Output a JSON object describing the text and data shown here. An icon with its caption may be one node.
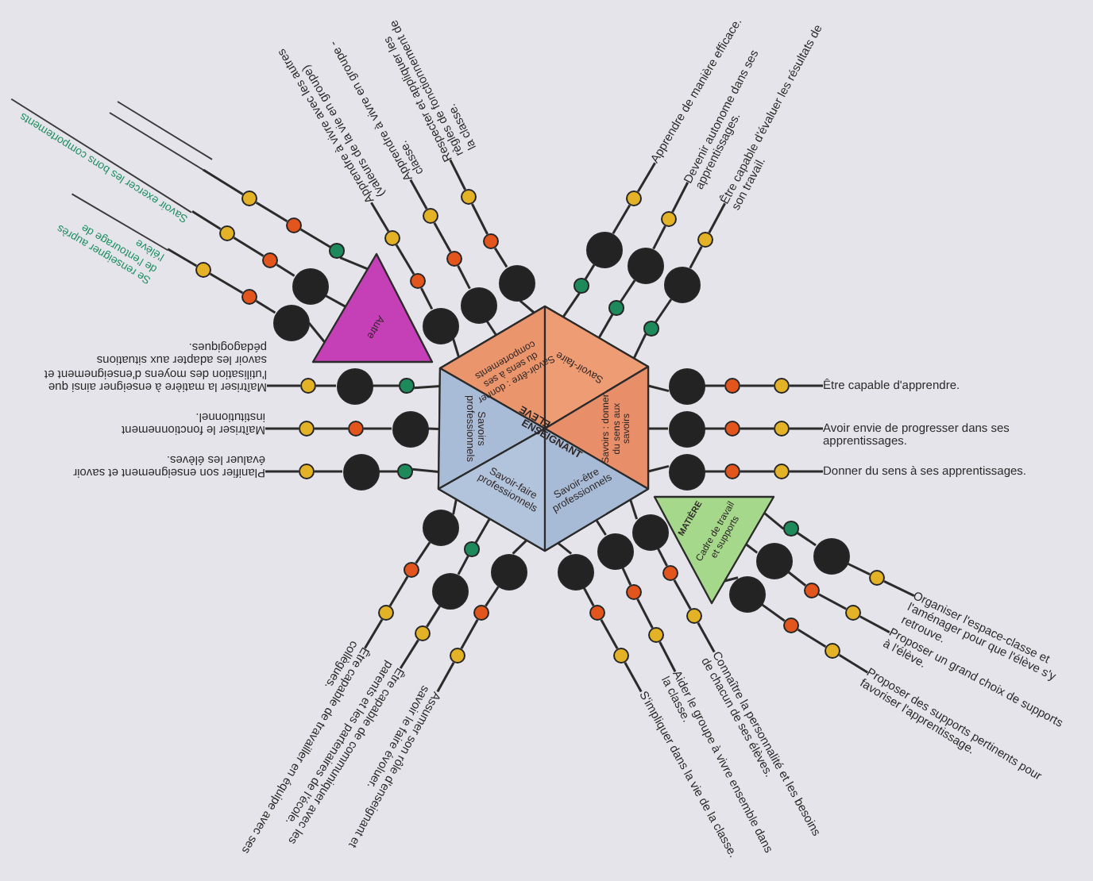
{
  "diagram": {
    "nodes": [
      {
        "text": [
          "Savoir-être : donner du sens à ses comportements",
          "Savoir-faire",
          "Savoirs : donner du sens aux savoirs",
          "ÉLÈVE",
          "ENSEIGNANT",
          "Savoirs professionnels",
          "Savoir-faire professionnels",
          "Savoir-être professionnels"
        ]
      },
      {
        "text": [
          "Autre"
        ]
      },
      {
        "text": [
          "MATIÈRE",
          "Cadre de travail et supports"
        ]
      },
      {
        "text": [],
        "shape": "circle"
      },
      {
        "text": [],
        "shape": "circle"
      },
      {
        "text": [],
        "shape": "circle"
      },
      {
        "text": [],
        "shape": "line"
      },
      {
        "text": [],
        "shape": "circle"
      },
      {
        "text": [],
        "shape": "circle"
      },
      {
        "text": [],
        "shape": "circle"
      },
      {
        "text": [
          "Savoir exercer les bons comportements"
        ]
      },
      {
        "text": [],
        "shape": "circle"
      },
      {
        "text": [],
        "shape": "circle"
      },
      {
        "text": [],
        "shape": "circle"
      },
      {
        "text": [
          "Se renseigner auprès de l'entourage de l'élève"
        ]
      },
      {
        "text": [],
        "shape": "circle"
      },
      {
        "text": [],
        "shape": "circle"
      },
      {
        "text": [],
        "shape": "circle"
      },
      {
        "text": [
          "Apprendre à vivre avec les autres (valeurs de la vie en groupe)"
        ]
      },
      {
        "text": [],
        "shape": "circle"
      },
      {
        "text": [],
        "shape": "circle"
      },
      {
        "text": [],
        "shape": "circle"
      },
      {
        "text": [
          "Apprendre à vivre en groupe - classe."
        ]
      },
      {
        "text": [],
        "shape": "circle"
      },
      {
        "text": [],
        "shape": "circle"
      },
      {
        "text": [],
        "shape": "circle"
      },
      {
        "text": [
          "Respecter et appliquer les règles de fonctionnement de la classe."
        ]
      },
      {
        "text": [],
        "shape": "circle"
      },
      {
        "text": [],
        "shape": "circle"
      },
      {
        "text": [],
        "shape": "circle"
      },
      {
        "text": [
          "Apprendre de manière efficace."
        ]
      },
      {
        "text": [],
        "shape": "circle"
      },
      {
        "text": [],
        "shape": "circle"
      },
      {
        "text": [],
        "shape": "circle"
      },
      {
        "text": [
          "Devenir autonome dans ses apprentissages."
        ]
      },
      {
        "text": [],
        "shape": "circle"
      },
      {
        "text": [],
        "shape": "circle"
      },
      {
        "text": [],
        "shape": "circle"
      },
      {
        "text": [
          "Être capable d'évaluer les résultats de son travail."
        ]
      },
      {
        "text": [],
        "shape": "circle"
      },
      {
        "text": [],
        "shape": "circle"
      },
      {
        "text": [],
        "shape": "circle"
      },
      {
        "text": [
          "Maîtriser la matière à enseigner ainsi que l'utilisation des moyens d'enseignement et savoir les adapter aux situations pédagogiques."
        ]
      },
      {
        "text": [],
        "shape": "circle"
      },
      {
        "text": [],
        "shape": "circle"
      },
      {
        "text": [],
        "shape": "circle"
      },
      {
        "text": [
          "Maîtriser le fonctionnement institutionnel."
        ]
      },
      {
        "text": [],
        "shape": "circle"
      },
      {
        "text": [],
        "shape": "circle"
      },
      {
        "text": [],
        "shape": "circle"
      },
      {
        "text": [
          "Planifier son enseignement et savoir évaluer les élèves."
        ]
      },
      {
        "text": [],
        "shape": "circle"
      },
      {
        "text": [],
        "shape": "circle"
      },
      {
        "text": [],
        "shape": "circle"
      },
      {
        "text": [
          "Être capable d'apprendre."
        ]
      },
      {
        "text": [],
        "shape": "circle"
      },
      {
        "text": [],
        "shape": "circle"
      },
      {
        "text": [],
        "shape": "circle"
      },
      {
        "text": [
          "Avoir envie de progresser dans ses apprentissages."
        ]
      },
      {
        "text": [],
        "shape": "circle"
      },
      {
        "text": [],
        "shape": "circle"
      },
      {
        "text": [],
        "shape": "circle"
      },
      {
        "text": [
          "Donner du sens à ses apprentissages."
        ]
      },
      {
        "text": [],
        "shape": "circle"
      },
      {
        "text": [],
        "shape": "circle"
      },
      {
        "text": [],
        "shape": "circle"
      },
      {
        "text": [
          "Être capable de travailler en équipe avec ses collègues."
        ]
      },
      {
        "text": [],
        "shape": "circle"
      },
      {
        "text": [],
        "shape": "circle"
      },
      {
        "text": [],
        "shape": "circle"
      },
      {
        "text": [
          "Être capable de communiquer avec les parents et les partenaires de l'école."
        ]
      },
      {
        "text": [],
        "shape": "circle"
      },
      {
        "text": [],
        "shape": "circle"
      },
      {
        "text": [],
        "shape": "circle"
      },
      {
        "text": [
          "Assumer son rôle d'enseignant et savoir le faire évoluer."
        ]
      },
      {
        "text": [],
        "shape": "circle"
      },
      {
        "text": [],
        "shape": "circle"
      },
      {
        "text": [],
        "shape": "circle"
      },
      {
        "text": [
          "S'impliquer dans la vie de la classe."
        ]
      },
      {
        "text": [],
        "shape": "circle"
      },
      {
        "text": [],
        "shape": "circle"
      },
      {
        "text": [],
        "shape": "circle"
      },
      {
        "text": [
          "Aider le groupe à vivre ensemble dans la classe."
        ]
      },
      {
        "text": [],
        "shape": "circle"
      },
      {
        "text": [],
        "shape": "circle"
      },
      {
        "text": [],
        "shape": "circle"
      },
      {
        "text": [
          "Connaître la personnalité et les besoins de chacun de ses élèves."
        ]
      },
      {
        "text": [],
        "shape": "circle"
      },
      {
        "text": [],
        "shape": "circle"
      },
      {
        "text": [],
        "shape": "circle"
      },
      {
        "text": [
          "Organiser l'espace-classe et l'aménager pour que l'élève s'y retrouve."
        ]
      },
      {
        "text": [],
        "shape": "circle"
      },
      {
        "text": [],
        "shape": "circle"
      },
      {
        "text": [],
        "shape": "circle"
      },
      {
        "text": [
          "Proposer un grand choix de supports à l'élève."
        ]
      },
      {
        "text": [],
        "shape": "circle"
      },
      {
        "text": [],
        "shape": "circle"
      },
      {
        "text": [],
        "shape": "circle"
      },
      {
        "text": [
          "Proposer des supports pertinents pour favoriser l'apprentissage."
        ]
      }
    ],
    "edges": [
      {
        "from": 1,
        "to": 3,
        "arrow": "none"
      },
      {
        "from": 3,
        "to": 4,
        "arrow": "none"
      },
      {
        "from": 4,
        "to": 5,
        "arrow": "none"
      },
      {
        "from": 5,
        "to": 6,
        "arrow": "none"
      },
      {
        "from": 1,
        "to": 7,
        "arrow": "none"
      },
      {
        "from": 7,
        "to": 8,
        "arrow": "none"
      },
      {
        "from": 8,
        "to": 9,
        "arrow": "none"
      },
      {
        "from": 9,
        "to": 10,
        "arrow": "none"
      },
      {
        "from": 1,
        "to": 11,
        "arrow": "none"
      },
      {
        "from": 11,
        "to": 12,
        "arrow": "none"
      },
      {
        "from": 12,
        "to": 13,
        "arrow": "none"
      },
      {
        "from": 13,
        "to": 14,
        "arrow": "none"
      },
      {
        "from": 0,
        "to": 15,
        "arrow": "none"
      },
      {
        "from": 15,
        "to": 16,
        "arrow": "none"
      },
      {
        "from": 16,
        "to": 17,
        "arrow": "none"
      },
      {
        "from": 17,
        "to": 18,
        "arrow": "none"
      },
      {
        "from": 0,
        "to": 19,
        "arrow": "none"
      },
      {
        "from": 19,
        "to": 20,
        "arrow": "none"
      },
      {
        "from": 20,
        "to": 21,
        "arrow": "none"
      },
      {
        "from": 21,
        "to": 22,
        "arrow": "none"
      },
      {
        "from": 0,
        "to": 23,
        "arrow": "none"
      },
      {
        "from": 23,
        "to": 24,
        "arrow": "none"
      },
      {
        "from": 24,
        "to": 25,
        "arrow": "none"
      },
      {
        "from": 25,
        "to": 26,
        "arrow": "none"
      },
      {
        "from": 0,
        "to": 27,
        "arrow": "none"
      },
      {
        "from": 27,
        "to": 28,
        "arrow": "none"
      },
      {
        "from": 28,
        "to": 29,
        "arrow": "none"
      },
      {
        "from": 29,
        "to": 30,
        "arrow": "none"
      },
      {
        "from": 0,
        "to": 31,
        "arrow": "none"
      },
      {
        "from": 31,
        "to": 32,
        "arrow": "none"
      },
      {
        "from": 32,
        "to": 33,
        "arrow": "none"
      },
      {
        "from": 33,
        "to": 34,
        "arrow": "none"
      },
      {
        "from": 0,
        "to": 35,
        "arrow": "none"
      },
      {
        "from": 35,
        "to": 36,
        "arrow": "none"
      },
      {
        "from": 36,
        "to": 37,
        "arrow": "none"
      },
      {
        "from": 37,
        "to": 38,
        "arrow": "none"
      },
      {
        "from": 0,
        "to": 39,
        "arrow": "none"
      },
      {
        "from": 39,
        "to": 40,
        "arrow": "none"
      },
      {
        "from": 40,
        "to": 41,
        "arrow": "none"
      },
      {
        "from": 41,
        "to": 42,
        "arrow": "none"
      },
      {
        "from": 0,
        "to": 43,
        "arrow": "none"
      },
      {
        "from": 43,
        "to": 44,
        "arrow": "none"
      },
      {
        "from": 44,
        "to": 45,
        "arrow": "none"
      },
      {
        "from": 45,
        "to": 46,
        "arrow": "none"
      },
      {
        "from": 0,
        "to": 47,
        "arrow": "none"
      },
      {
        "from": 47,
        "to": 48,
        "arrow": "none"
      },
      {
        "from": 48,
        "to": 49,
        "arrow": "none"
      },
      {
        "from": 49,
        "to": 50,
        "arrow": "none"
      },
      {
        "from": 0,
        "to": 51,
        "arrow": "none"
      },
      {
        "from": 51,
        "to": 52,
        "arrow": "none"
      },
      {
        "from": 52,
        "to": 53,
        "arrow": "none"
      },
      {
        "from": 53,
        "to": 54,
        "arrow": "none"
      },
      {
        "from": 0,
        "to": 55,
        "arrow": "none"
      },
      {
        "from": 55,
        "to": 56,
        "arrow": "none"
      },
      {
        "from": 56,
        "to": 57,
        "arrow": "none"
      },
      {
        "from": 57,
        "to": 58,
        "arrow": "none"
      },
      {
        "from": 0,
        "to": 59,
        "arrow": "none"
      },
      {
        "from": 59,
        "to": 60,
        "arrow": "none"
      },
      {
        "from": 60,
        "to": 61,
        "arrow": "none"
      },
      {
        "from": 61,
        "to": 62,
        "arrow": "none"
      },
      {
        "from": 0,
        "to": 63,
        "arrow": "none"
      },
      {
        "from": 63,
        "to": 64,
        "arrow": "none"
      },
      {
        "from": 64,
        "to": 65,
        "arrow": "none"
      },
      {
        "from": 65,
        "to": 66,
        "arrow": "none"
      },
      {
        "from": 0,
        "to": 67,
        "arrow": "none"
      },
      {
        "from": 67,
        "to": 68,
        "arrow": "none"
      },
      {
        "from": 68,
        "to": 69,
        "arrow": "none"
      },
      {
        "from": 69,
        "to": 70,
        "arrow": "none"
      },
      {
        "from": 0,
        "to": 71,
        "arrow": "none"
      },
      {
        "from": 71,
        "to": 72,
        "arrow": "none"
      },
      {
        "from": 72,
        "to": 73,
        "arrow": "none"
      },
      {
        "from": 73,
        "to": 74,
        "arrow": "none"
      },
      {
        "from": 0,
        "to": 75,
        "arrow": "none"
      },
      {
        "from": 75,
        "to": 76,
        "arrow": "none"
      },
      {
        "from": 76,
        "to": 77,
        "arrow": "none"
      },
      {
        "from": 77,
        "to": 78,
        "arrow": "none"
      },
      {
        "from": 0,
        "to": 79,
        "arrow": "none"
      },
      {
        "from": 79,
        "to": 80,
        "arrow": "none"
      },
      {
        "from": 80,
        "to": 81,
        "arrow": "none"
      },
      {
        "from": 81,
        "to": 82,
        "arrow": "none"
      },
      {
        "from": 0,
        "to": 83,
        "arrow": "none"
      },
      {
        "from": 83,
        "to": 84,
        "arrow": "none"
      },
      {
        "from": 84,
        "to": 85,
        "arrow": "none"
      },
      {
        "from": 85,
        "to": 86,
        "arrow": "none"
      },
      {
        "from": 2,
        "to": 87,
        "arrow": "none"
      },
      {
        "from": 87,
        "to": 88,
        "arrow": "none"
      },
      {
        "from": 88,
        "to": 89,
        "arrow": "none"
      },
      {
        "from": 89,
        "to": 90,
        "arrow": "none"
      },
      {
        "from": 2,
        "to": 91,
        "arrow": "none"
      },
      {
        "from": 91,
        "to": 92,
        "arrow": "none"
      },
      {
        "from": 92,
        "to": 93,
        "arrow": "none"
      },
      {
        "from": 93,
        "to": 94,
        "arrow": "none"
      },
      {
        "from": 2,
        "to": 95,
        "arrow": "none"
      },
      {
        "from": 95,
        "to": 96,
        "arrow": "none"
      },
      {
        "from": 96,
        "to": 97,
        "arrow": "none"
      },
      {
        "from": 97,
        "to": 98,
        "arrow": "none"
      }
    ]
  }
}
